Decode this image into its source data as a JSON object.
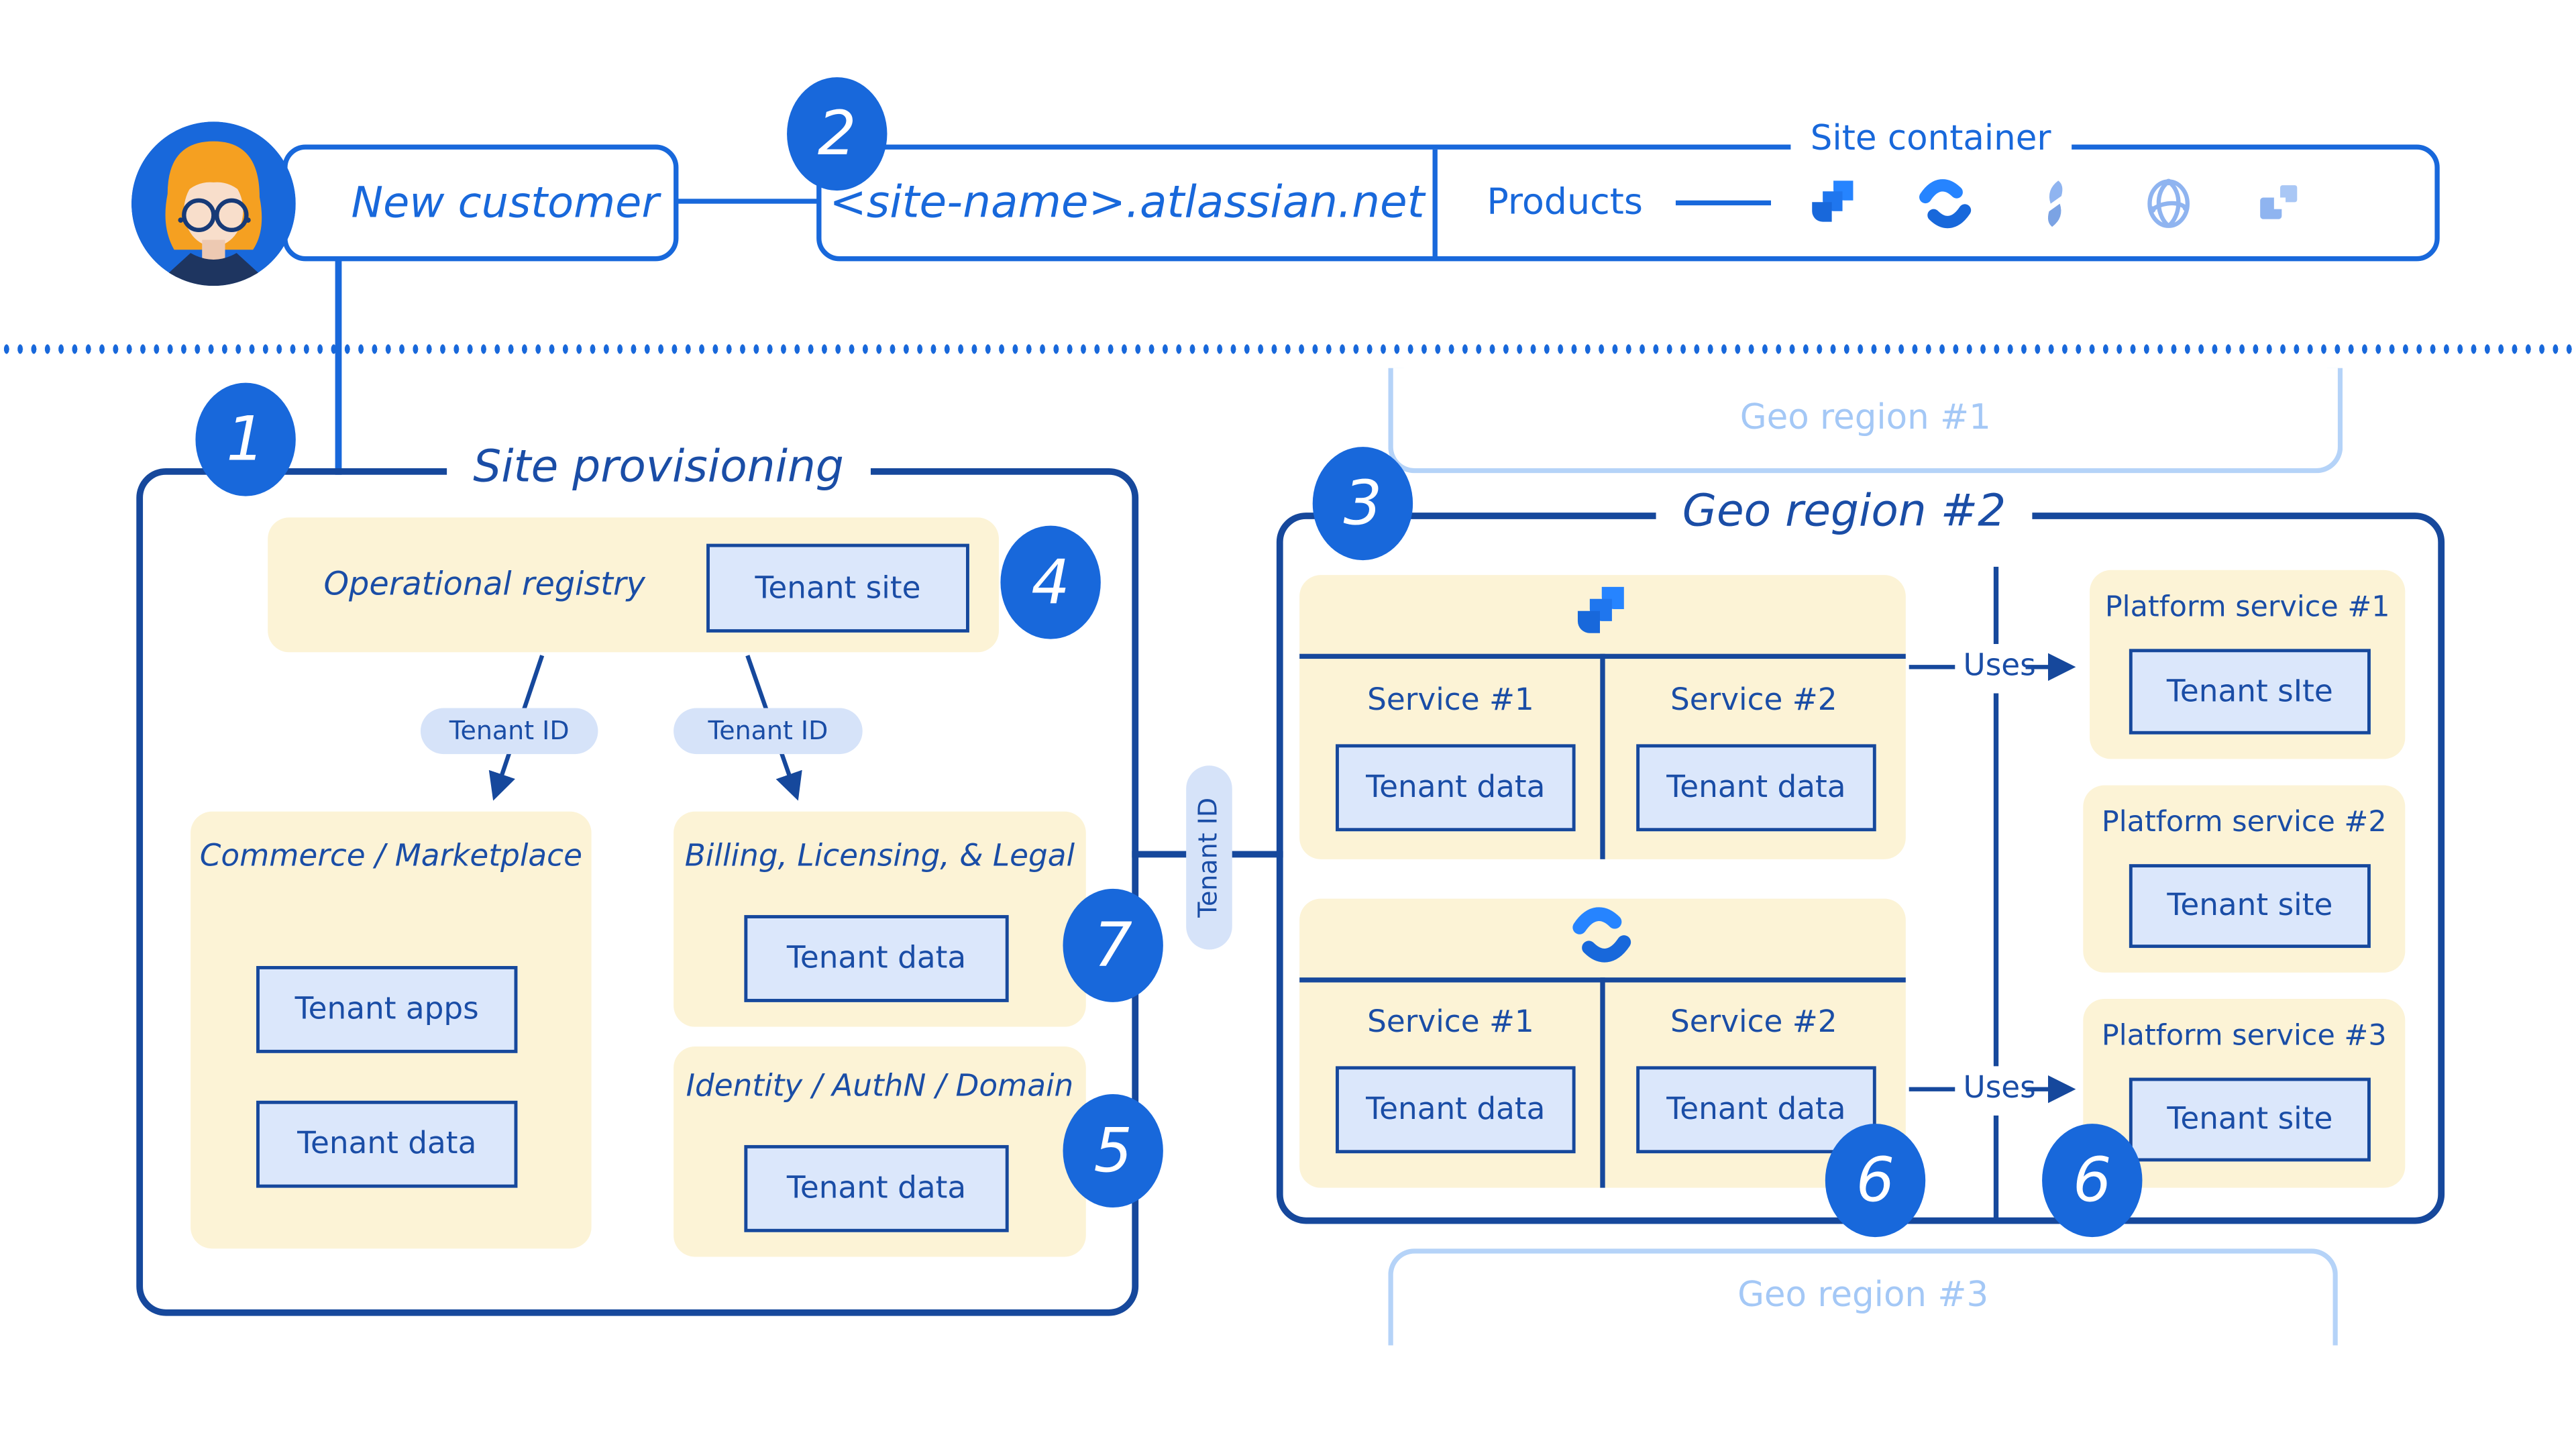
{
  "top": {
    "customer": "New customer",
    "site_url": "<site-name>.atlassian.net",
    "site_container": "Site container",
    "products": "Products",
    "product_icons": [
      "jira-icon",
      "confluence-icon",
      "lightning-icon",
      "globe-icon",
      "squares-icon"
    ]
  },
  "badges": {
    "one": "1",
    "two": "2",
    "three": "3",
    "four": "4",
    "five": "5",
    "six": "6",
    "seven": "7"
  },
  "provisioning": {
    "title": "Site provisioning",
    "registry_label": "Operational registry",
    "registry_box": "Tenant site",
    "pill": "Tenant ID",
    "commerce": {
      "title": "Commerce / Marketplace",
      "box1": "Tenant apps",
      "box2": "Tenant data"
    },
    "billing": {
      "title": "Billing, Licensing, & Legal",
      "box": "Tenant data"
    },
    "identity": {
      "title": "Identity / AuthN / Domain",
      "box": "Tenant data"
    }
  },
  "connector_pill": "Tenant ID",
  "geo1": {
    "title": "Geo region #1"
  },
  "geo2": {
    "title": "Geo region #2",
    "uses": "Uses",
    "jira_row": {
      "service1": "Service #1",
      "service2": "Service #2",
      "box1": "Tenant data",
      "box2": "Tenant data"
    },
    "confluence_row": {
      "service1": "Service #1",
      "service2": "Service #2",
      "box1": "Tenant data",
      "box2": "Tenant data"
    },
    "platform1": {
      "title": "Platform service #1",
      "box": "Tenant sIte"
    },
    "platform2": {
      "title": "Platform service #2",
      "box": "Tenant site"
    },
    "platform3": {
      "title": "Platform service #3",
      "box": "Tenant site"
    }
  },
  "geo3": {
    "title": "Geo region #3"
  }
}
